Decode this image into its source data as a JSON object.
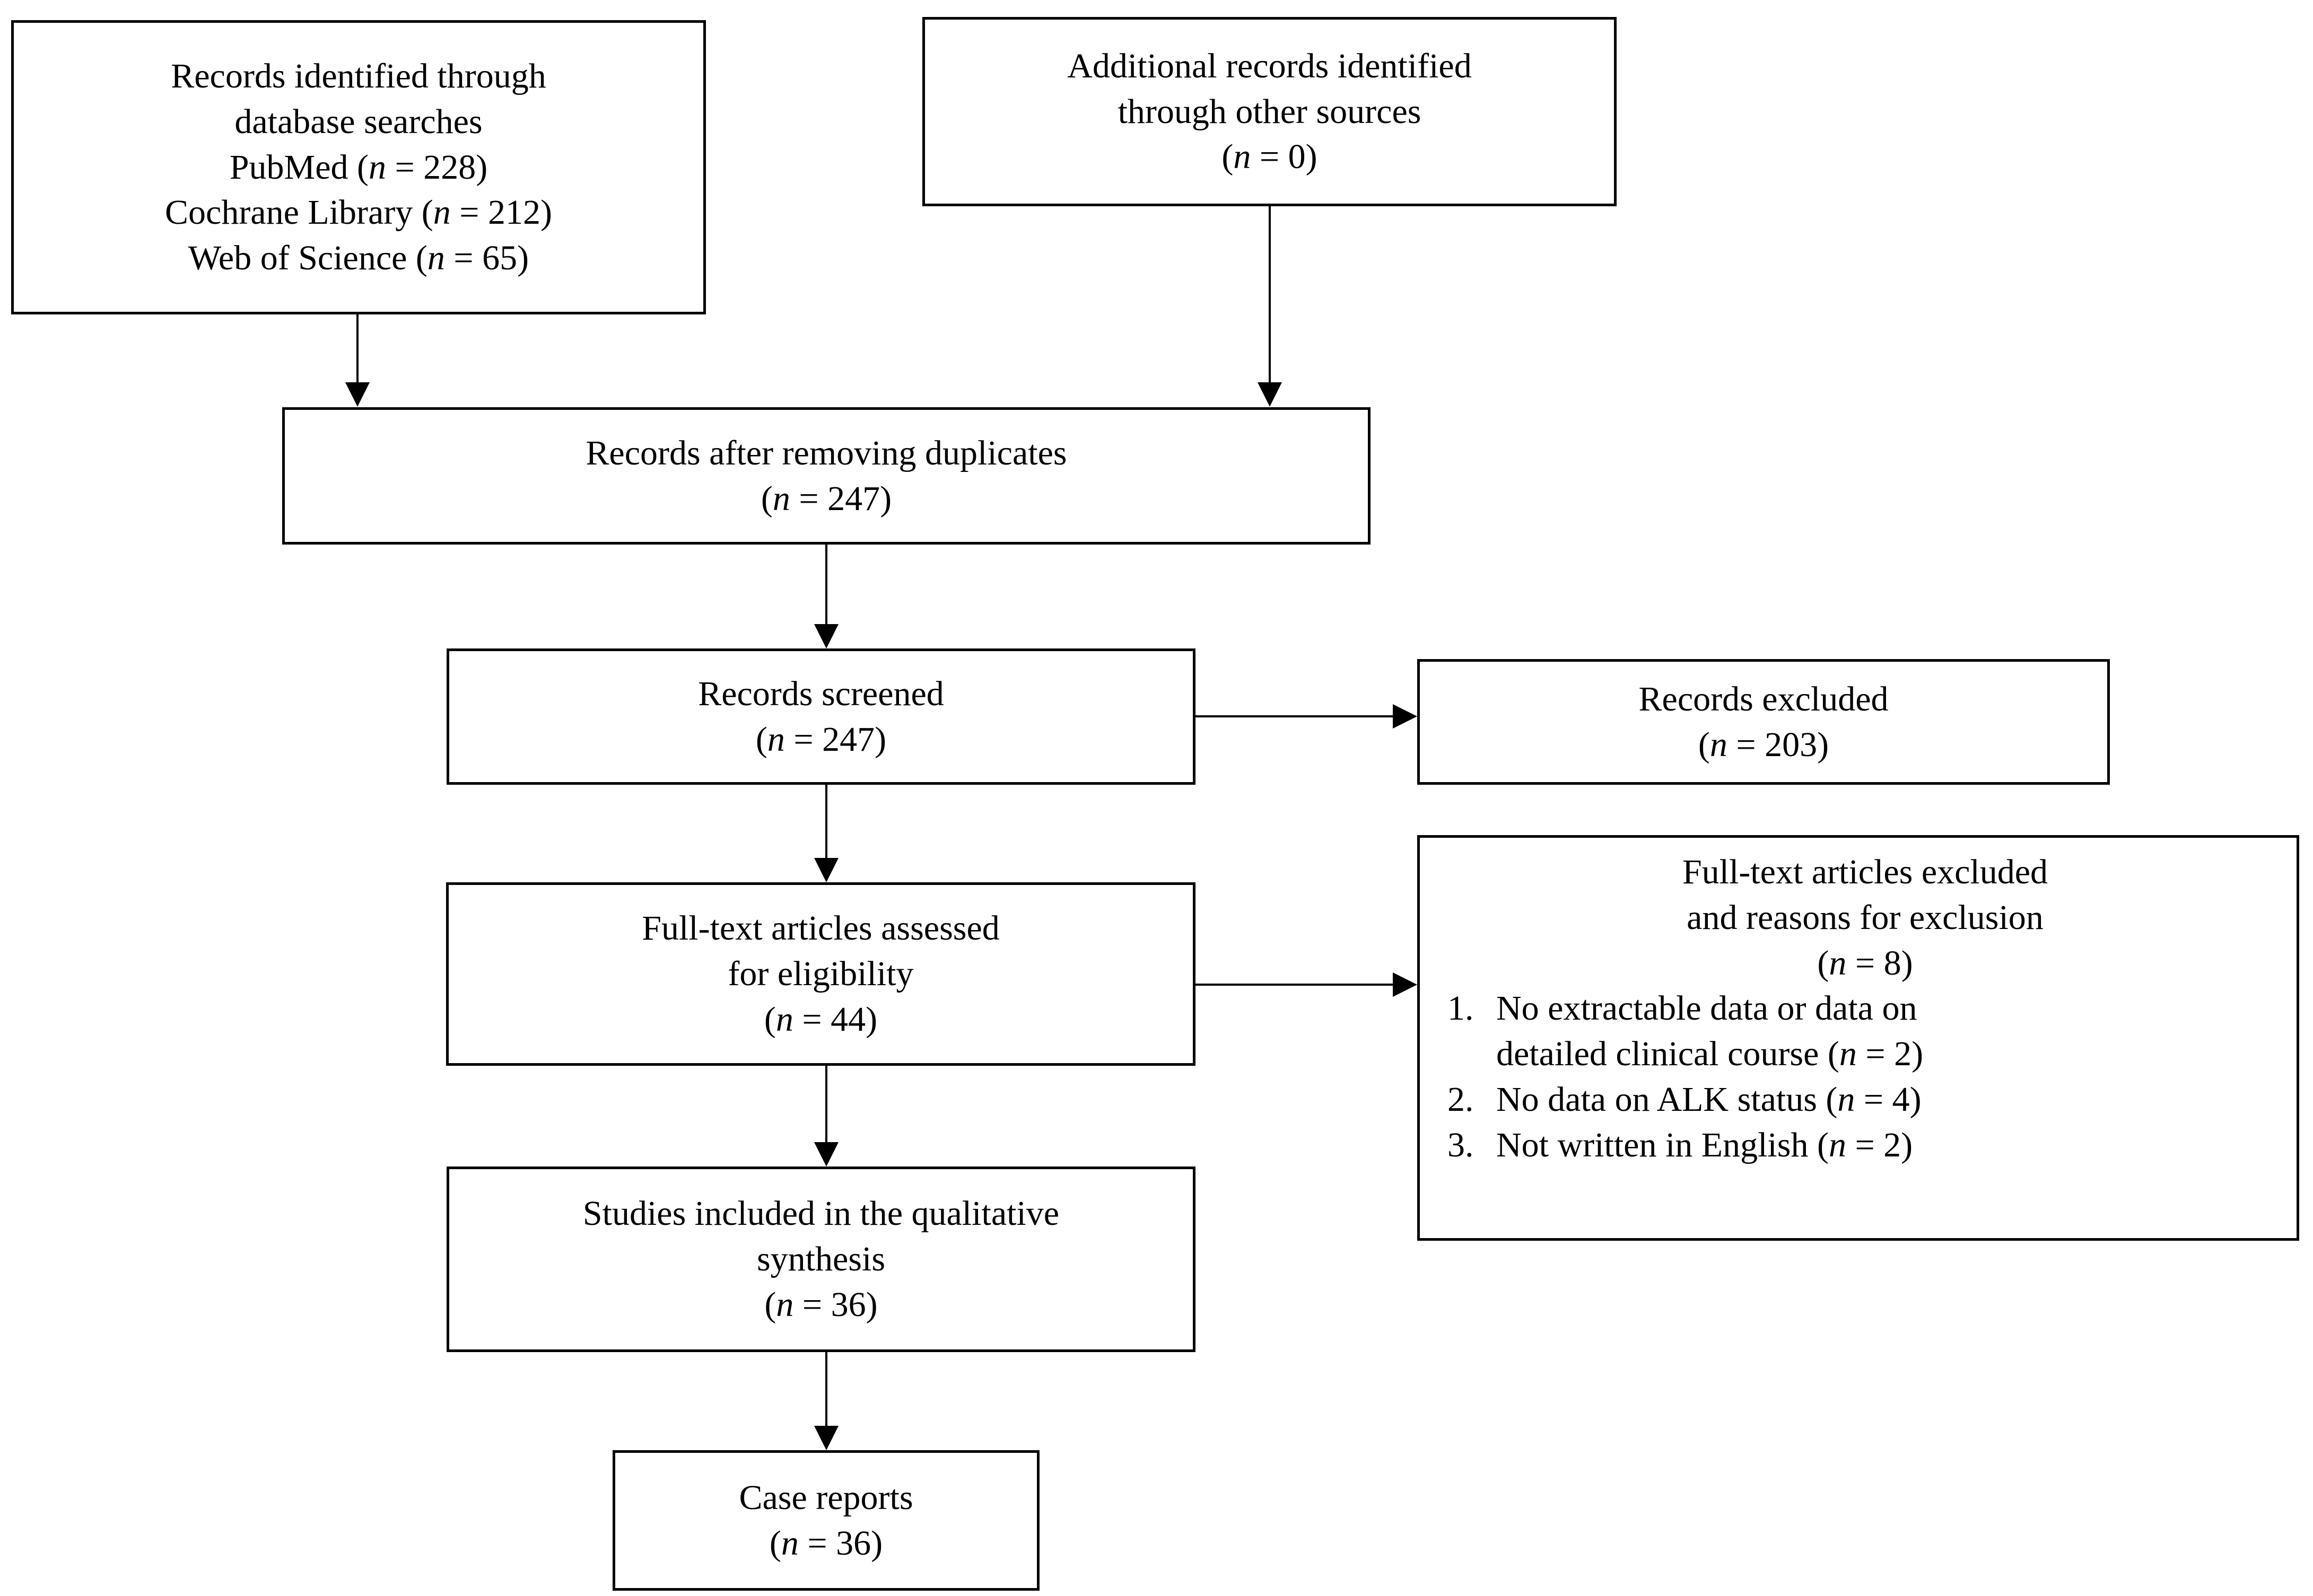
{
  "diagram": {
    "type": "prisma-flow-diagram",
    "nodes": {
      "records_identified": {
        "lines": [
          "Records identified through",
          "database searches",
          "PubMed (n = 228)",
          "Cochrane Library (n = 212)",
          "Web of Science (n = 65)"
        ],
        "counts": {
          "pubmed": 228,
          "cochrane_library": 212,
          "web_of_science": 65
        }
      },
      "additional_records": {
        "lines": [
          "Additional records identified",
          "through other sources",
          "(n = 0)"
        ],
        "count": 0
      },
      "after_duplicates": {
        "lines": [
          "Records after removing duplicates",
          "(n = 247)"
        ],
        "count": 247
      },
      "records_screened": {
        "lines": [
          "Records screened",
          "(n = 247)"
        ],
        "count": 247
      },
      "records_excluded": {
        "lines": [
          "Records excluded",
          "(n = 203)"
        ],
        "count": 203
      },
      "fulltext_assessed": {
        "lines": [
          "Full-text articles assessed",
          "for eligibility",
          "(n = 44)"
        ],
        "count": 44
      },
      "fulltext_excluded": {
        "header_lines": [
          "Full-text articles excluded",
          "and reasons for exclusion",
          "(n = 8)"
        ],
        "count": 8,
        "reasons": [
          {
            "number": "1.",
            "text_lines": [
              "No extractable data or data on",
              "detailed clinical course (n = 2)"
            ],
            "count": 2
          },
          {
            "number": "2.",
            "text_lines": [
              "No data on ALK status (n = 4)"
            ],
            "count": 4
          },
          {
            "number": "3.",
            "text_lines": [
              "Not written in English (n = 2)"
            ],
            "count": 2
          }
        ]
      },
      "studies_included": {
        "lines": [
          "Studies included in the qualitative",
          "synthesis",
          "(n = 36)"
        ],
        "count": 36
      },
      "case_reports": {
        "lines": [
          "Case reports",
          "(n = 36)"
        ],
        "count": 36
      }
    },
    "colors": {
      "stroke": "#000000",
      "fill": "#ffffff",
      "text": "#000000"
    }
  }
}
